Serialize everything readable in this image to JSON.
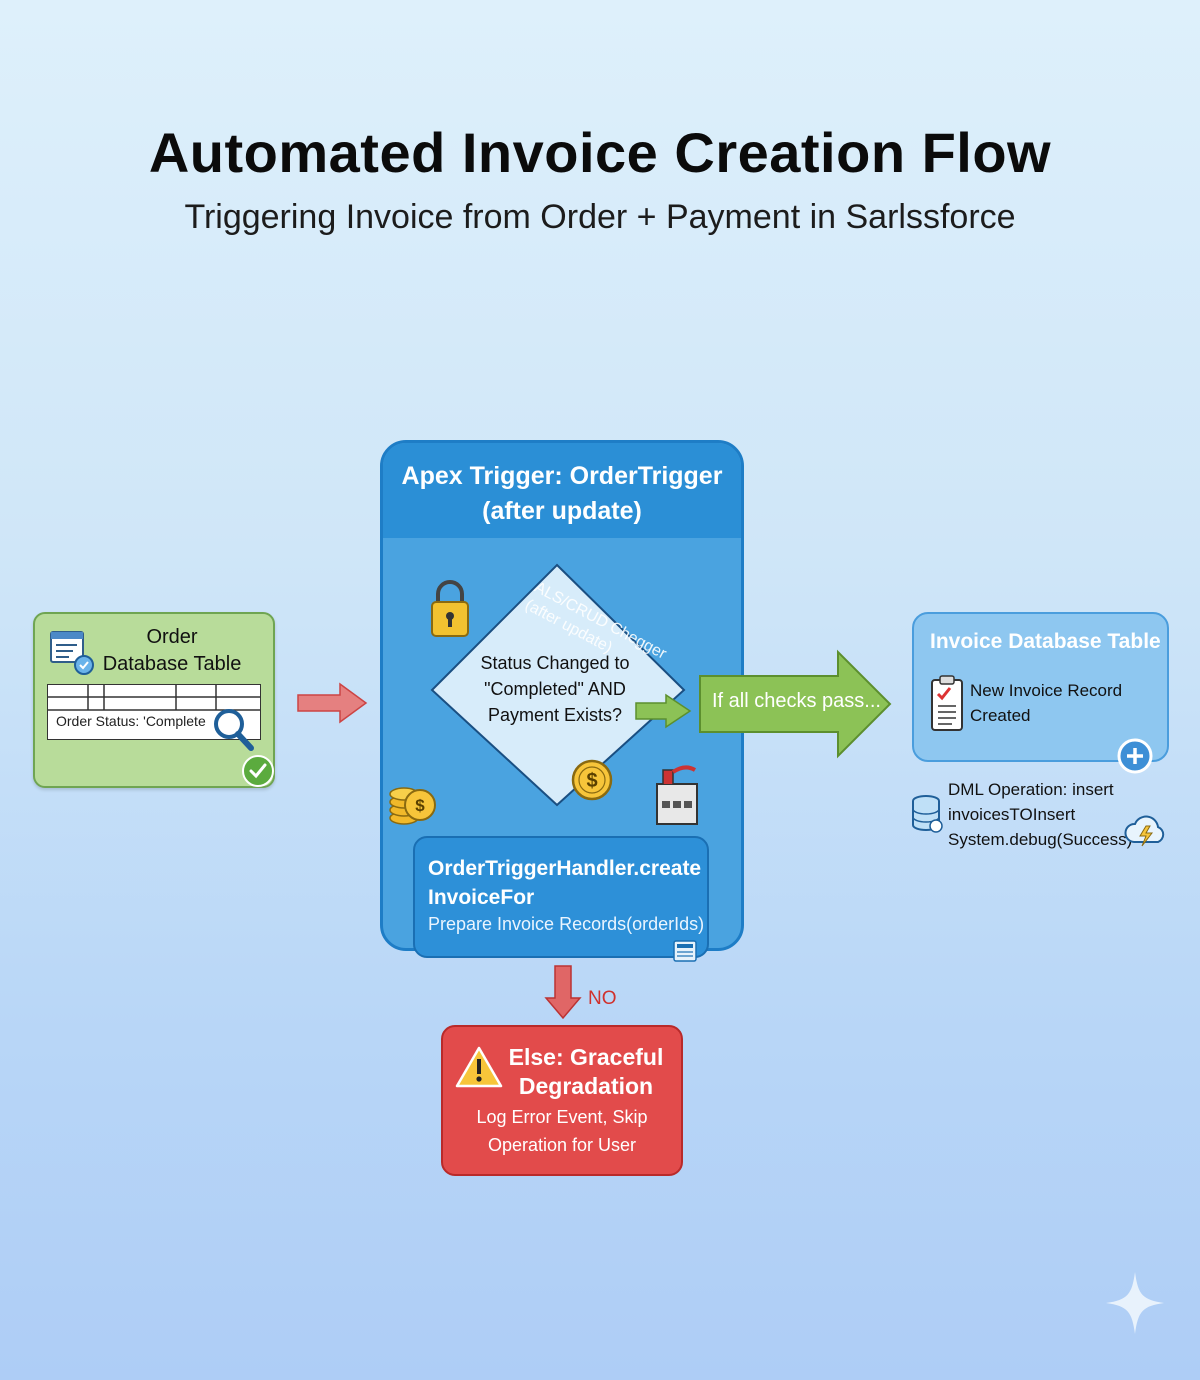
{
  "header": {
    "title": "Automated Invoice Creation Flow",
    "subtitle": "Triggering Invoice from Order + Payment in Sarlssforce"
  },
  "order_box": {
    "title_lines": [
      "Order",
      "Database Table"
    ],
    "status_text": "Order Status: 'Complete"
  },
  "apex": {
    "title_lines": [
      "Apex Trigger: OrderTrigger",
      "(after update)"
    ],
    "overlay_lines": [
      "ALS/CRUD Chegger",
      "(after update)"
    ],
    "decision_lines": [
      "Status Changed to",
      "\"Completed\" AND",
      "Payment Exists?"
    ]
  },
  "handler": {
    "title_lines": [
      "OrderTriggerHandler.create",
      "InvoiceFor"
    ],
    "description": "Prepare Invoice Records(orderIds)"
  },
  "pass_arrow": {
    "label": "If all checks pass..."
  },
  "invoice_box": {
    "title": "Invoice Database Table",
    "record_lines": [
      "New Invoice Record",
      "Created"
    ]
  },
  "dml": {
    "lines": [
      "DML Operation: insert",
      "invoicesTOInsert",
      "System.debug(Success)"
    ]
  },
  "no_arrow": {
    "label": "NO"
  },
  "else_box": {
    "title_lines": [
      "Else: Graceful",
      "Degradation"
    ],
    "desc_lines": [
      "Log Error Event, Skip",
      "Operation for User"
    ]
  },
  "colors": {
    "order_green": "#b8dc9a",
    "apex_blue": "#4aa3e0",
    "invoice_blue": "#8ec7f0",
    "else_red": "#e24b4b",
    "pass_green": "#8cc256",
    "arrow_red": "#e06666"
  },
  "icons": [
    "database-table-icon",
    "magnifier-icon",
    "check-circle-icon",
    "lock-icon",
    "coin-stack-icon",
    "dollar-coin-icon",
    "factory-icon",
    "clipboard-icon",
    "plus-circle-icon",
    "database-icon",
    "cloud-bolt-icon",
    "warning-icon",
    "sparkle-icon"
  ]
}
